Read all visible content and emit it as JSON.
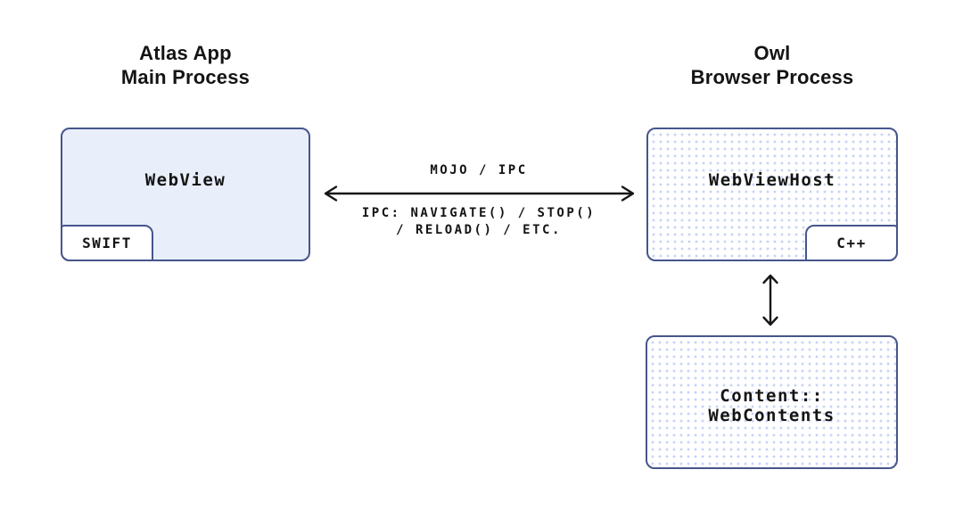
{
  "diagram": {
    "left_process": {
      "title_line1": "Atlas App",
      "title_line2": "Main Process",
      "box_label": "WebView",
      "language_tag": "SWIFT"
    },
    "right_process": {
      "title_line1": "Owl",
      "title_line2": "Browser Process",
      "box_label": "WebViewHost",
      "language_tag": "C++"
    },
    "content_box": {
      "label_line1": "Content::",
      "label_line2": "WebContents"
    },
    "ipc_arrow": {
      "label_above": "MOJO / IPC",
      "label_below_line1": "IPC: NAVIGATE() / STOP()",
      "label_below_line2": "/ RELOAD() / ETC."
    },
    "colors": {
      "border": "#46568C",
      "fill": "#E9EEFB",
      "dot": "#C8D3F7",
      "text": "#141414",
      "arrow": "#161616",
      "bg": "#FFFFFF"
    }
  }
}
